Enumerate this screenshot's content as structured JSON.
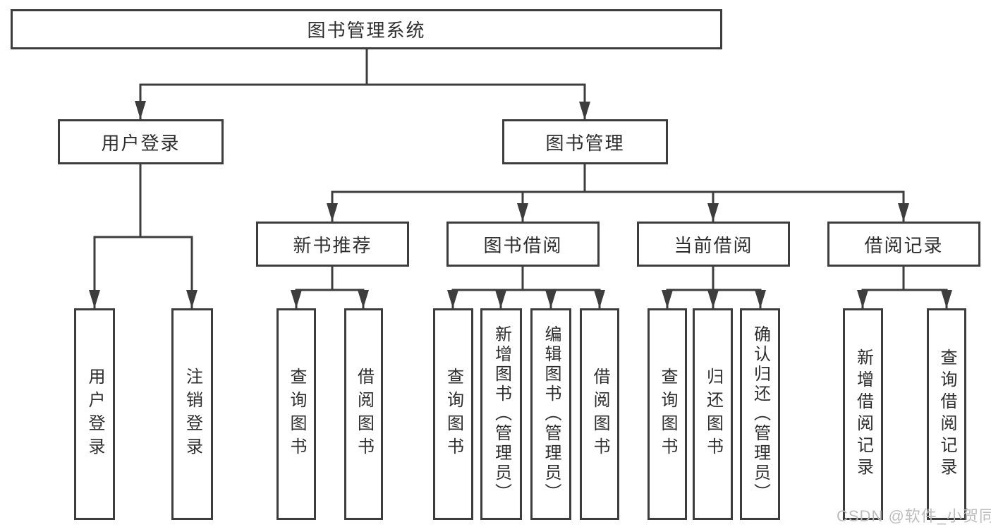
{
  "tree": {
    "root": "图书管理系统",
    "children": [
      {
        "label": "用户登录",
        "children": [
          "用户登录",
          "注销登录"
        ]
      },
      {
        "label": "图书管理",
        "children": [
          {
            "label": "新书推荐",
            "children": [
              "查询图书",
              "借阅图书"
            ]
          },
          {
            "label": "图书借阅",
            "children": [
              "查询图书",
              "新增图书（管理员）",
              "编辑图书（管理员）",
              "借阅图书"
            ]
          },
          {
            "label": "当前借阅",
            "children": [
              "查询图书",
              "归还图书",
              "确认归还（管理员）"
            ]
          },
          {
            "label": "借阅记录",
            "children": [
              "新增借阅记录",
              "查询借阅记录"
            ]
          }
        ]
      }
    ]
  },
  "colors": {
    "line": "#3d3d3d",
    "text": "#2d2d2d",
    "watermark": "#bdbdbd"
  },
  "watermark": "CSDN @软件_小贺同学"
}
